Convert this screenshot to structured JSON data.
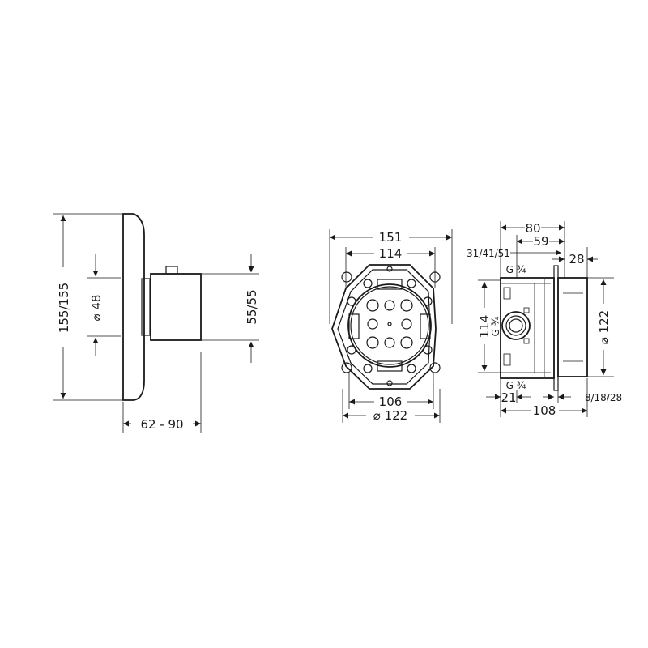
{
  "drawing": {
    "type": "technical dimension drawing",
    "views": [
      {
        "name": "side-view-trim",
        "dimensions": {
          "height": "155/155",
          "diameter_label": "⌀ 48",
          "handle_height": "55/55",
          "projection": "62 - 90"
        }
      },
      {
        "name": "front-view-rough-in",
        "dimensions": {
          "outer_width": "151",
          "inner_width": "114",
          "bottom_width": "106",
          "diameter": "⌀ 122"
        }
      },
      {
        "name": "section-view-rough-in",
        "dimensions": {
          "width_80": "80",
          "width_59": "59",
          "depth_range": "31/41/51",
          "plaster_28": "28",
          "thread_top": "G ¾",
          "thread_side": "G ¾",
          "thread_bottom": "G ¾",
          "height_114": "114",
          "diameter_122": "⌀ 122",
          "offset_21": "21",
          "range_8_18_28": "8/18/28",
          "total_108": "108"
        }
      }
    ],
    "colors": {
      "line": "#1a1a1a",
      "background": "#ffffff"
    }
  }
}
